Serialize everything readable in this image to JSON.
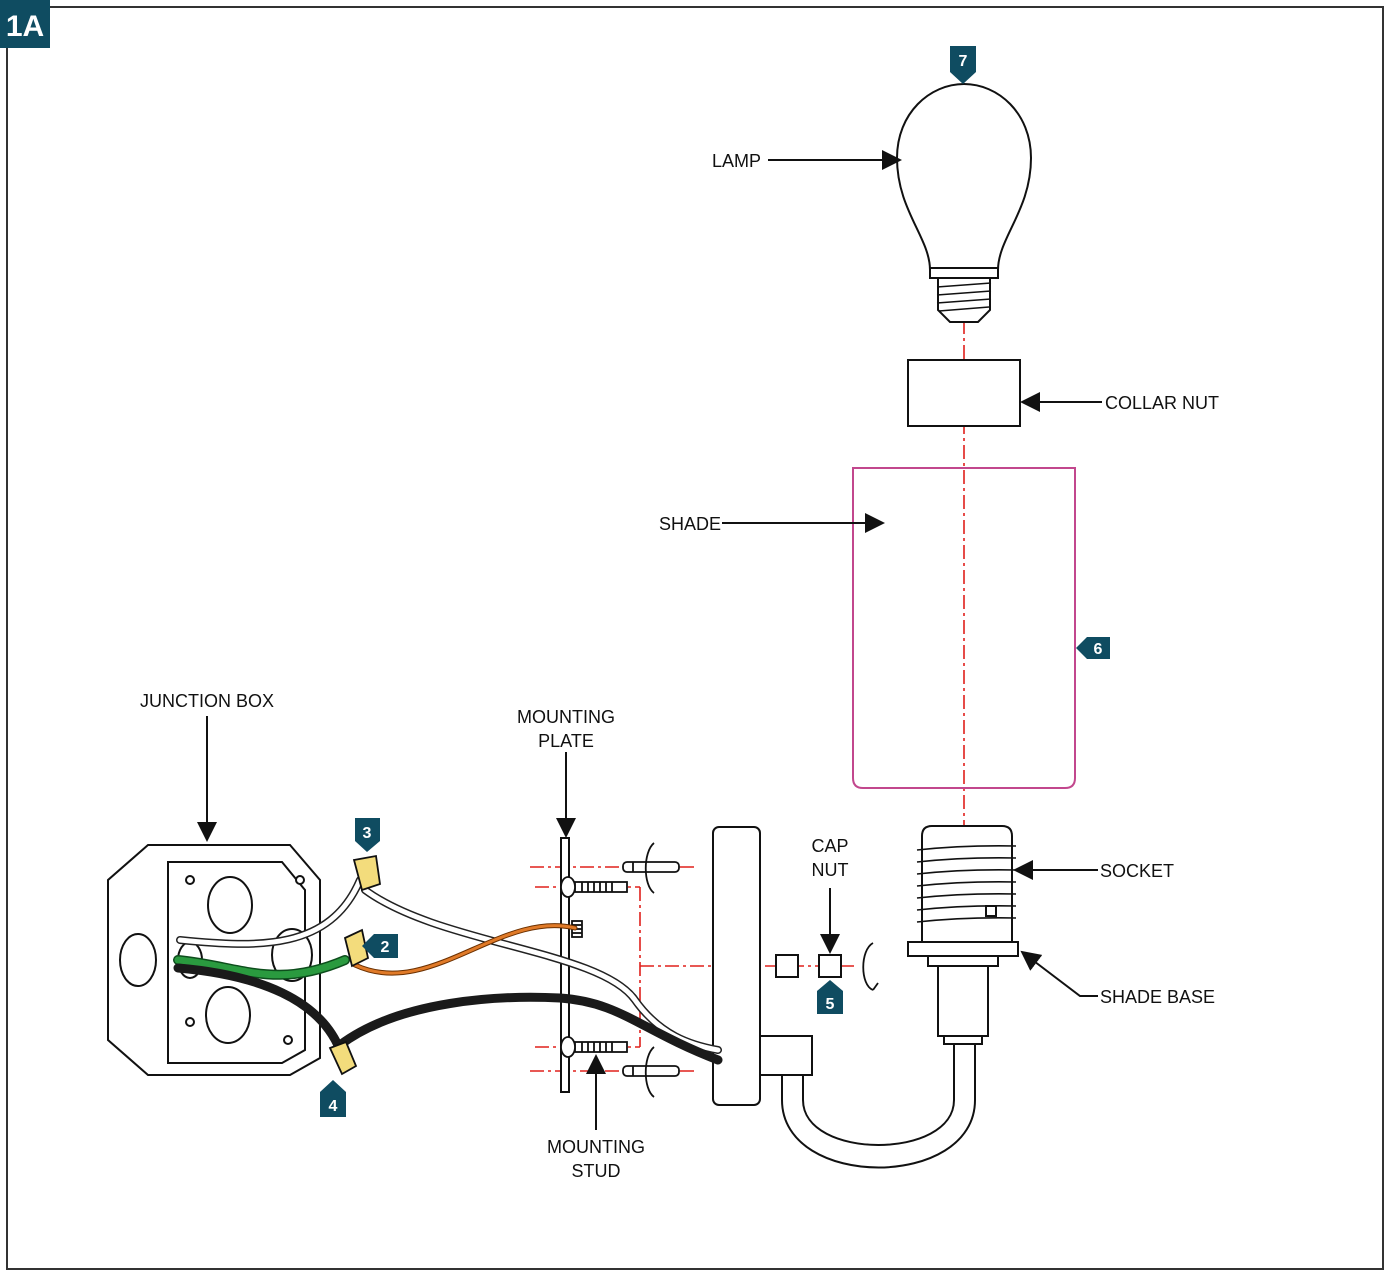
{
  "figure": {
    "id": "1A",
    "badge_color": "#0f4c61",
    "axis_color": "#e0201c",
    "shade_outline_color": "#c2478d"
  },
  "labels": {
    "lamp": "LAMP",
    "collar_nut": "COLLAR NUT",
    "shade": "SHADE",
    "junction_box": "JUNCTION BOX",
    "mounting_plate_1": "MOUNTING",
    "mounting_plate_2": "PLATE",
    "cap_nut_1": "CAP",
    "cap_nut_2": "NUT",
    "socket": "SOCKET",
    "shade_base": "SHADE BASE",
    "mounting_stud_1": "MOUNTING",
    "mounting_stud_2": "STUD"
  },
  "steps": {
    "s2": "2",
    "s3": "3",
    "s4": "4",
    "s5": "5",
    "s6": "6",
    "s7": "7"
  },
  "wires": {
    "ground": "#2a9a3f",
    "fixture_ground": "#e07a28",
    "neutral": "#ffffff",
    "hot": "#1a1a1a",
    "wire_nut": "#f3dc7c"
  }
}
